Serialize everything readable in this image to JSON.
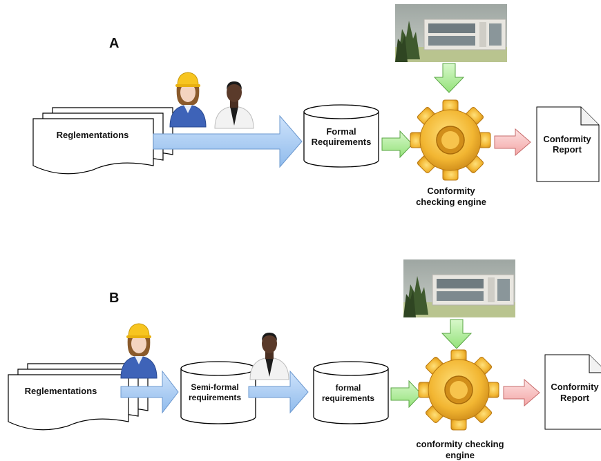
{
  "section_a": {
    "marker": "A",
    "source_label": "Reglementations",
    "store_label": [
      "Formal",
      "Requirements"
    ],
    "engine_label": [
      "Conformity",
      "checking engine"
    ],
    "report_label": [
      "Conformity",
      "Report"
    ]
  },
  "section_b": {
    "marker": "B",
    "source_label": "Reglementations",
    "semi_label": [
      "Semi-formal",
      "requirements"
    ],
    "store_label": [
      "formal",
      "requirements"
    ],
    "engine_label": [
      "conformity checking",
      "engine"
    ],
    "report_label": [
      "Conformity",
      "Report"
    ]
  },
  "colors": {
    "blue_arrow": "#a9cdf5",
    "green_arrow": "#b5f0a2",
    "pink_arrow": "#f7c4c4",
    "gear": "#f2b632"
  },
  "icons": [
    "engineer-icon",
    "businessman-icon",
    "building-image",
    "gear-icon",
    "document-icon"
  ]
}
